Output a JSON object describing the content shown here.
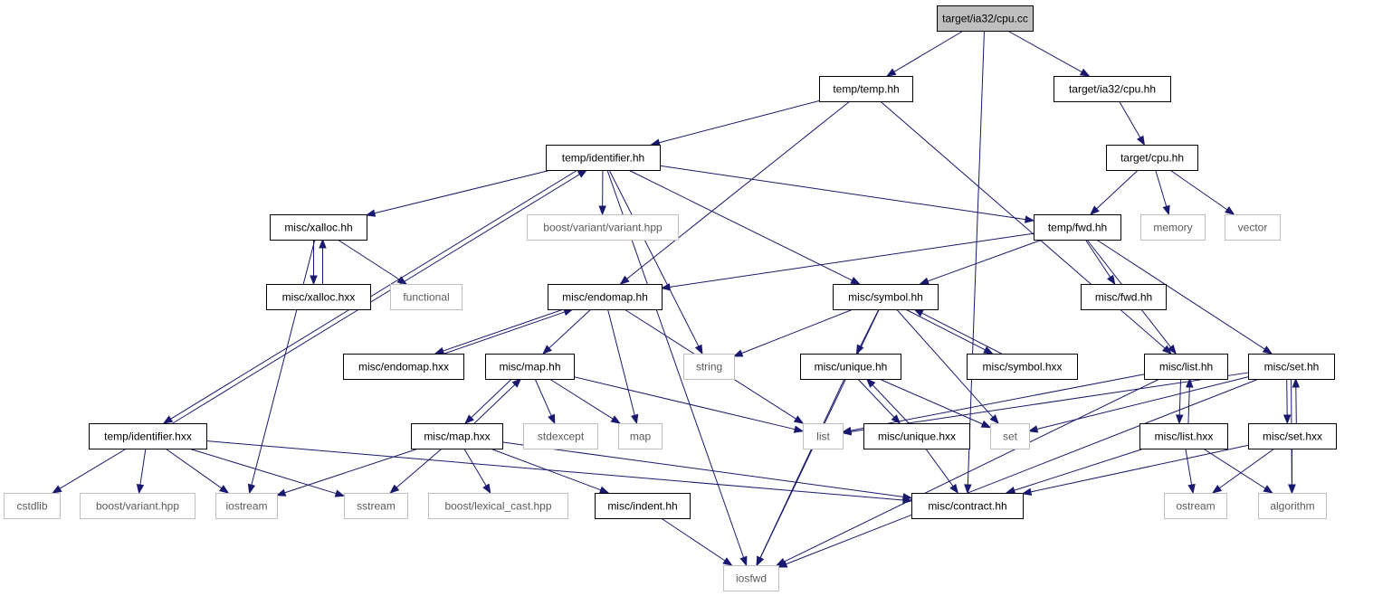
{
  "colors": {
    "root_fill": "#bfbfbf",
    "root_stroke": "#000000",
    "local_stroke": "#000000",
    "external_stroke": "#bfbfbf",
    "local_text": "#000000",
    "external_text": "#5a5a5a",
    "edge": "#191970"
  },
  "nodes": [
    {
      "id": "cpu_cc",
      "label": "target/ia32/cpu.cc",
      "kind": "root"
    },
    {
      "id": "temp_hh",
      "label": "temp/temp.hh",
      "kind": "local"
    },
    {
      "id": "ia32_cpu_hh",
      "label": "target/ia32/cpu.hh",
      "kind": "local"
    },
    {
      "id": "temp_identifier_hh",
      "label": "temp/identifier.hh",
      "kind": "local"
    },
    {
      "id": "target_cpu_hh",
      "label": "target/cpu.hh",
      "kind": "local"
    },
    {
      "id": "misc_xalloc_hh",
      "label": "misc/xalloc.hh",
      "kind": "local"
    },
    {
      "id": "boost_variant_variant_hpp",
      "label": "boost/variant/variant.hpp",
      "kind": "external"
    },
    {
      "id": "temp_fwd_hh",
      "label": "temp/fwd.hh",
      "kind": "local"
    },
    {
      "id": "memory",
      "label": "memory",
      "kind": "external"
    },
    {
      "id": "vector",
      "label": "vector",
      "kind": "external"
    },
    {
      "id": "misc_xalloc_hxx",
      "label": "misc/xalloc.hxx",
      "kind": "local"
    },
    {
      "id": "functional",
      "label": "functional",
      "kind": "external"
    },
    {
      "id": "misc_endomap_hh",
      "label": "misc/endomap.hh",
      "kind": "local"
    },
    {
      "id": "misc_symbol_hh",
      "label": "misc/symbol.hh",
      "kind": "local"
    },
    {
      "id": "misc_fwd_hh",
      "label": "misc/fwd.hh",
      "kind": "local"
    },
    {
      "id": "misc_endomap_hxx",
      "label": "misc/endomap.hxx",
      "kind": "local"
    },
    {
      "id": "misc_map_hh",
      "label": "misc/map.hh",
      "kind": "local"
    },
    {
      "id": "string",
      "label": "string",
      "kind": "external"
    },
    {
      "id": "misc_unique_hh",
      "label": "misc/unique.hh",
      "kind": "local"
    },
    {
      "id": "misc_symbol_hxx",
      "label": "misc/symbol.hxx",
      "kind": "local"
    },
    {
      "id": "misc_list_hh",
      "label": "misc/list.hh",
      "kind": "local"
    },
    {
      "id": "misc_set_hh",
      "label": "misc/set.hh",
      "kind": "local"
    },
    {
      "id": "temp_identifier_hxx",
      "label": "temp/identifier.hxx",
      "kind": "local"
    },
    {
      "id": "misc_map_hxx",
      "label": "misc/map.hxx",
      "kind": "local"
    },
    {
      "id": "stdexcept",
      "label": "stdexcept",
      "kind": "external"
    },
    {
      "id": "map",
      "label": "map",
      "kind": "external"
    },
    {
      "id": "list",
      "label": "list",
      "kind": "external"
    },
    {
      "id": "misc_unique_hxx",
      "label": "misc/unique.hxx",
      "kind": "local"
    },
    {
      "id": "set",
      "label": "set",
      "kind": "external"
    },
    {
      "id": "misc_list_hxx",
      "label": "misc/list.hxx",
      "kind": "local"
    },
    {
      "id": "misc_set_hxx",
      "label": "misc/set.hxx",
      "kind": "local"
    },
    {
      "id": "cstdlib",
      "label": "cstdlib",
      "kind": "external"
    },
    {
      "id": "boost_variant_hpp",
      "label": "boost/variant.hpp",
      "kind": "external"
    },
    {
      "id": "iostream",
      "label": "iostream",
      "kind": "external"
    },
    {
      "id": "sstream",
      "label": "sstream",
      "kind": "external"
    },
    {
      "id": "boost_lexical_cast_hpp",
      "label": "boost/lexical_cast.hpp",
      "kind": "external"
    },
    {
      "id": "misc_indent_hh",
      "label": "misc/indent.hh",
      "kind": "local"
    },
    {
      "id": "misc_contract_hh",
      "label": "misc/contract.hh",
      "kind": "local"
    },
    {
      "id": "ostream",
      "label": "ostream",
      "kind": "external"
    },
    {
      "id": "algorithm",
      "label": "algorithm",
      "kind": "external"
    },
    {
      "id": "iosfwd",
      "label": "iosfwd",
      "kind": "external"
    }
  ],
  "edges": [
    [
      "cpu_cc",
      "temp_hh"
    ],
    [
      "cpu_cc",
      "ia32_cpu_hh"
    ],
    [
      "cpu_cc",
      "misc_contract_hh"
    ],
    [
      "temp_hh",
      "temp_identifier_hh"
    ],
    [
      "temp_hh",
      "misc_endomap_hh"
    ],
    [
      "temp_hh",
      "misc_list_hh"
    ],
    [
      "ia32_cpu_hh",
      "target_cpu_hh"
    ],
    [
      "target_cpu_hh",
      "temp_fwd_hh"
    ],
    [
      "target_cpu_hh",
      "memory"
    ],
    [
      "target_cpu_hh",
      "vector"
    ],
    [
      "temp_identifier_hh",
      "misc_xalloc_hh"
    ],
    [
      "temp_identifier_hh",
      "boost_variant_variant_hpp"
    ],
    [
      "temp_identifier_hh",
      "string"
    ],
    [
      "temp_identifier_hh",
      "temp_fwd_hh"
    ],
    [
      "temp_identifier_hh",
      "misc_symbol_hh"
    ],
    [
      "temp_identifier_hh",
      "iosfwd"
    ],
    [
      "temp_identifier_hh",
      "temp_identifier_hxx"
    ],
    [
      "temp_identifier_hxx",
      "temp_identifier_hh"
    ],
    [
      "misc_xalloc_hh",
      "misc_xalloc_hxx"
    ],
    [
      "misc_xalloc_hxx",
      "misc_xalloc_hh"
    ],
    [
      "misc_xalloc_hh",
      "functional"
    ],
    [
      "misc_xalloc_hh",
      "iostream"
    ],
    [
      "temp_fwd_hh",
      "misc_endomap_hh"
    ],
    [
      "temp_fwd_hh",
      "misc_symbol_hh"
    ],
    [
      "temp_fwd_hh",
      "misc_fwd_hh"
    ],
    [
      "temp_fwd_hh",
      "misc_list_hh"
    ],
    [
      "temp_fwd_hh",
      "misc_set_hh"
    ],
    [
      "misc_endomap_hh",
      "misc_endomap_hxx"
    ],
    [
      "misc_endomap_hxx",
      "misc_endomap_hh"
    ],
    [
      "misc_endomap_hh",
      "misc_map_hh"
    ],
    [
      "misc_endomap_hh",
      "map"
    ],
    [
      "misc_endomap_hh",
      "list"
    ],
    [
      "misc_symbol_hh",
      "string"
    ],
    [
      "misc_symbol_hh",
      "misc_unique_hh"
    ],
    [
      "misc_symbol_hh",
      "misc_symbol_hxx"
    ],
    [
      "misc_symbol_hxx",
      "misc_symbol_hh"
    ],
    [
      "misc_symbol_hh",
      "set"
    ],
    [
      "misc_symbol_hh",
      "iosfwd"
    ],
    [
      "misc_map_hh",
      "misc_map_hxx"
    ],
    [
      "misc_map_hxx",
      "misc_map_hh"
    ],
    [
      "misc_map_hh",
      "stdexcept"
    ],
    [
      "misc_map_hh",
      "map"
    ],
    [
      "misc_map_hh",
      "list"
    ],
    [
      "misc_unique_hh",
      "misc_unique_hxx"
    ],
    [
      "misc_unique_hxx",
      "misc_unique_hh"
    ],
    [
      "misc_unique_hh",
      "set"
    ],
    [
      "misc_unique_hh",
      "iosfwd"
    ],
    [
      "misc_list_hh",
      "list"
    ],
    [
      "misc_list_hh",
      "misc_list_hxx"
    ],
    [
      "misc_list_hxx",
      "misc_list_hh"
    ],
    [
      "misc_list_hh",
      "iosfwd"
    ],
    [
      "misc_set_hh",
      "list"
    ],
    [
      "misc_set_hh",
      "set"
    ],
    [
      "misc_set_hh",
      "misc_set_hxx"
    ],
    [
      "misc_set_hxx",
      "misc_set_hh"
    ],
    [
      "misc_set_hh",
      "algorithm"
    ],
    [
      "misc_set_hh",
      "iosfwd"
    ],
    [
      "temp_identifier_hxx",
      "cstdlib"
    ],
    [
      "temp_identifier_hxx",
      "boost_variant_hpp"
    ],
    [
      "temp_identifier_hxx",
      "iostream"
    ],
    [
      "temp_identifier_hxx",
      "sstream"
    ],
    [
      "temp_identifier_hxx",
      "misc_contract_hh"
    ],
    [
      "misc_map_hxx",
      "iostream"
    ],
    [
      "misc_map_hxx",
      "sstream"
    ],
    [
      "misc_map_hxx",
      "boost_lexical_cast_hpp"
    ],
    [
      "misc_map_hxx",
      "misc_indent_hh"
    ],
    [
      "misc_map_hxx",
      "misc_contract_hh"
    ],
    [
      "misc_unique_hxx",
      "misc_contract_hh"
    ],
    [
      "misc_list_hxx",
      "misc_contract_hh"
    ],
    [
      "misc_list_hxx",
      "ostream"
    ],
    [
      "misc_list_hxx",
      "algorithm"
    ],
    [
      "misc_set_hxx",
      "misc_contract_hh"
    ],
    [
      "misc_set_hxx",
      "ostream"
    ],
    [
      "misc_set_hxx",
      "algorithm"
    ],
    [
      "misc_indent_hh",
      "iosfwd"
    ]
  ]
}
